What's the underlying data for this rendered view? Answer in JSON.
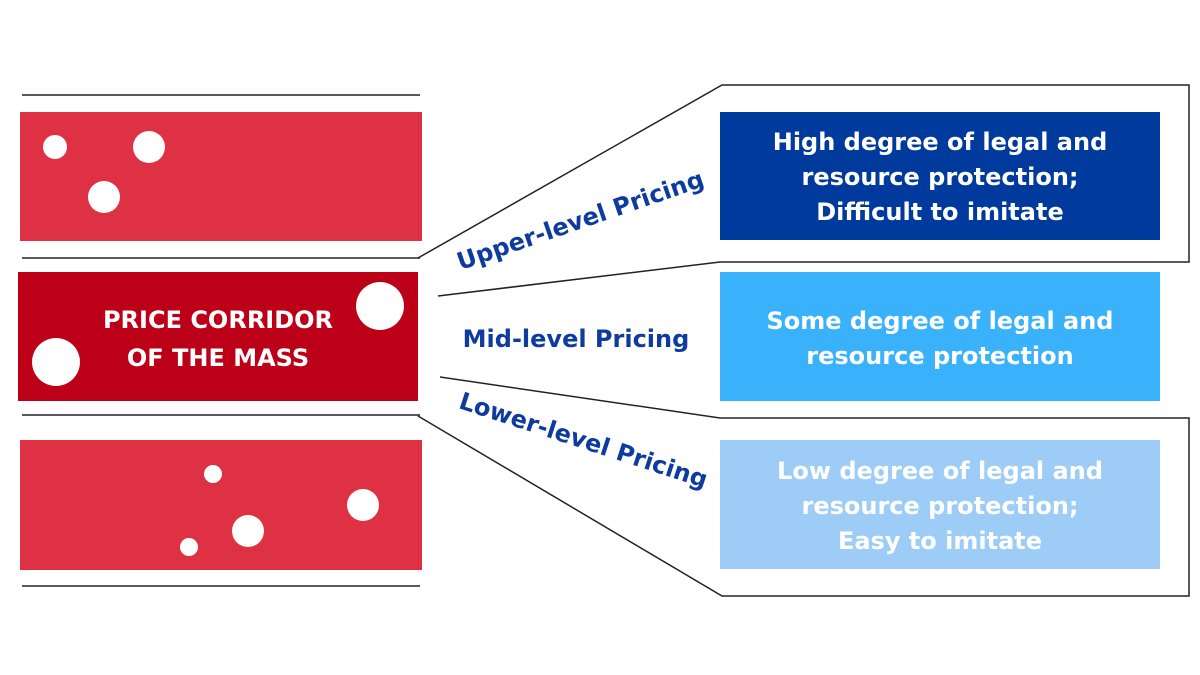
{
  "corridor": {
    "label_line1": "PRICE CORRIDOR",
    "label_line2": "OF THE MASS"
  },
  "levels": {
    "upper": "Upper-level Pricing",
    "mid": "Mid-level Pricing",
    "lower": "Lower-level Pricing"
  },
  "boxes": {
    "high": {
      "line1": "High degree of legal and",
      "line2": "resource protection;",
      "line3": "Difficult to imitate"
    },
    "mid": {
      "line1": "Some degree of legal and",
      "line2": "resource protection"
    },
    "low": {
      "line1": "Low degree of legal and",
      "line2": "resource protection;",
      "line3": "Easy to imitate"
    }
  },
  "colors": {
    "band_red": "#de3143",
    "corridor_red": "#bb0018",
    "level_text": "#0d3b9e",
    "box_high": "#003a9c",
    "box_mid": "#3ab1fb",
    "box_low": "#9dcdf6",
    "line": "#222222"
  }
}
